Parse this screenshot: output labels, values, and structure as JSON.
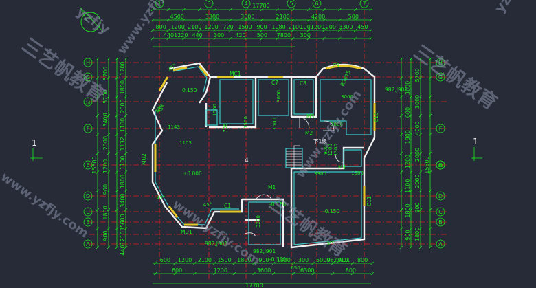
{
  "colors": {
    "background": "#262b37",
    "dimension": "#1ee61e",
    "axis": "#e61e1e",
    "wall": "#f0f0f0",
    "window": "#e6c82a",
    "room": "#3cc8c8",
    "watermark": "#8a92a8"
  },
  "grid": {
    "columns": [
      "1",
      "3",
      "4",
      "5",
      "6",
      "7"
    ],
    "rows": [
      "H",
      "G",
      "F",
      "E",
      "D",
      "C",
      "B",
      "A"
    ],
    "row_aux": "1/J",
    "row_aux_right": "1/E"
  },
  "dims": {
    "top_total": "17700",
    "top_mid": [
      "4500",
      "3300",
      "3600",
      "2100",
      "4200",
      "500"
    ],
    "top_detail": [
      "800",
      "1200",
      "2100",
      "1200",
      "720",
      "1500",
      "900",
      "1080",
      "2100",
      "1001200",
      "1200",
      "3300",
      "450"
    ],
    "top_inner": [
      "4401220",
      "440",
      "300",
      "420",
      "500",
      "7800",
      "300"
    ],
    "bottom_detail": [
      "600",
      "1200",
      "2100",
      "1500",
      "1800",
      "900",
      "1800",
      "300",
      "5000",
      "900",
      "800"
    ],
    "bottom_mid": [
      "600",
      "7200",
      "3600",
      "6300",
      "800"
    ],
    "bottom_total": "17700",
    "left_total": "15500",
    "left_mid": [
      "5700",
      "5700",
      "3400",
      "2000",
      "1200",
      "900",
      "1800",
      "900"
    ],
    "left_detail": [
      "1200",
      "1800",
      "2000",
      "1100",
      "1132",
      "1100",
      "1800",
      "3400",
      "600",
      "4401210350"
    ],
    "right_total": "15500",
    "right_mid": [
      "5700",
      "3000",
      "4000",
      "2000",
      "2000",
      "900",
      "1800"
    ],
    "right_detail": [
      "3000",
      "600",
      "1800",
      "1200",
      "1100",
      "1800",
      "900"
    ]
  },
  "labels": {
    "section_left": "1",
    "section_right": "1",
    "stair": "下1级",
    "level_main": "±0.000",
    "level_a": "-0.150",
    "level_b": "-0.150",
    "level_c": "-0.300",
    "level_d": "-0.150",
    "elev_tl": "982,J901",
    "elev_bl": "982,J901",
    "elev_bl2": "982,J901",
    "elev_r": "982,J901",
    "r_label": "R3975",
    "mc1": "MC1",
    "c7": "C7",
    "c8": "C8",
    "c9": "C9",
    "c10": "C10",
    "c11": "C11",
    "c1": "C1",
    "m1": "M1",
    "m2": "M2",
    "m3": "M3",
    "m4": "M4",
    "m5": "M5",
    "mu1": "MU1",
    "mu2": "MU2",
    "d1": "1500",
    "d2": "3000",
    "d3": "3000",
    "d4": "1800",
    "d5": "1500",
    "d6": "735",
    "d7": "1500",
    "d8": "1143",
    "d9": "1103",
    "d10": "449",
    "d11": "3300",
    "d12": "1500",
    "d13": "1500",
    "d14": "3200",
    "d15": "1300",
    "d16": "0.150",
    "d17": "900",
    "d18": "1200",
    "d19": "650",
    "ang1": "45°",
    "ang2": "45°",
    "ang3": "45°",
    "ang4": "45°"
  },
  "watermark": {
    "brand_cn": "三艺帆教育",
    "url": "www.yzfjy.com",
    "short": "yzfjy"
  }
}
